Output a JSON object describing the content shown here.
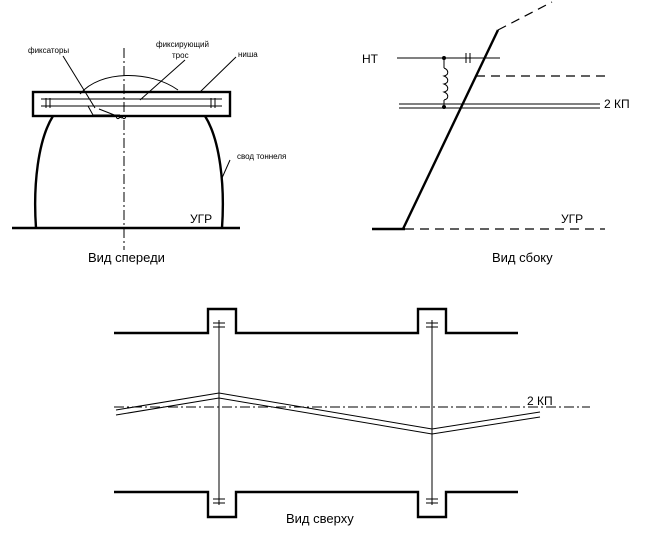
{
  "front_view": {
    "caption": "Вид спереди",
    "label_fixators": "фиксаторы",
    "label_fixing_cable_line1": "фиксирующий",
    "label_fixing_cable_line2": "трос",
    "label_niche": "ниша",
    "label_vault": "свод тоннеля",
    "label_ugr": "УГР"
  },
  "side_view": {
    "caption": "Вид сбоку",
    "label_nt": "НТ",
    "label_2kp": "2 КП",
    "label_ugr": "УГР"
  },
  "top_view": {
    "caption": "Вид сверху",
    "label_2kp": "2 КП"
  }
}
